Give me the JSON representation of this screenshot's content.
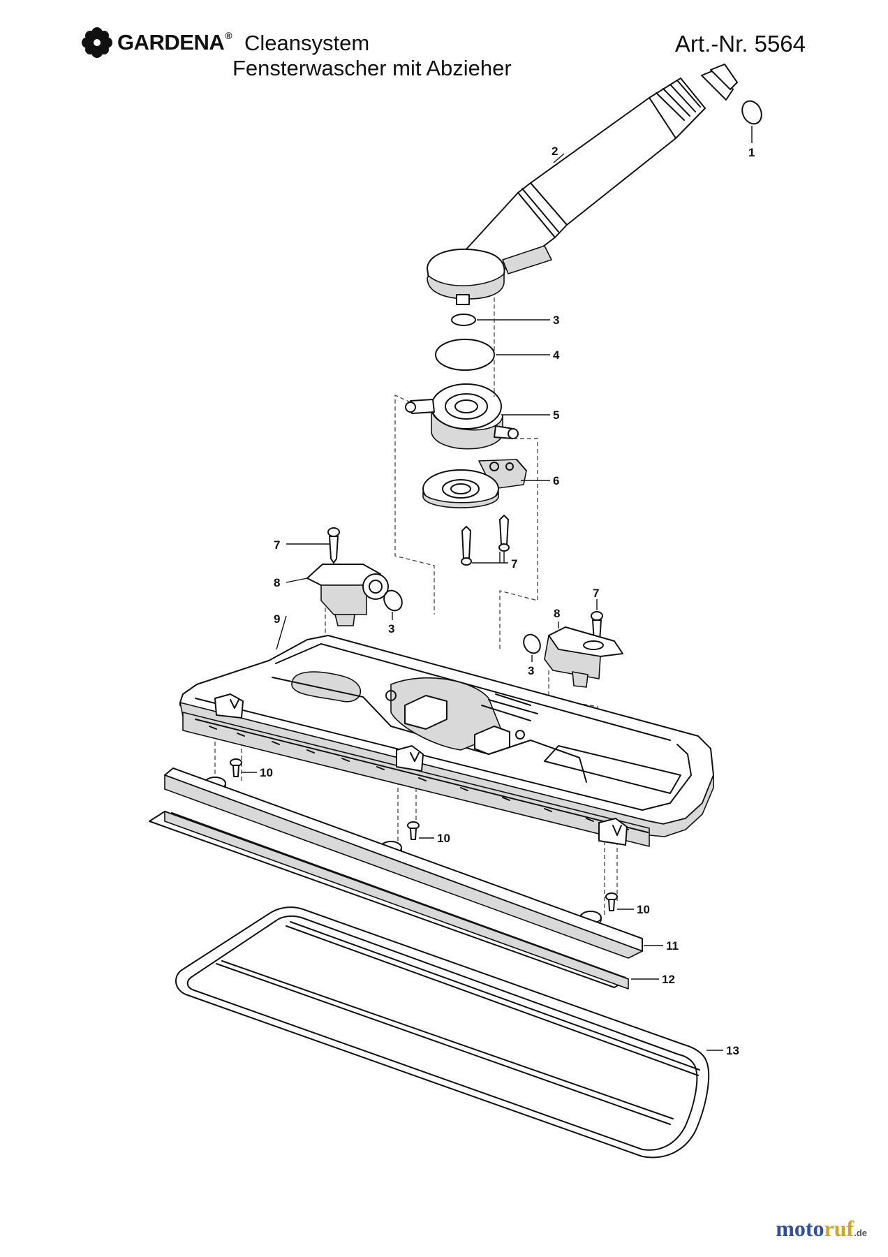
{
  "header": {
    "brand": "GARDENA",
    "brand_mark": "®",
    "product_line": "Cleansystem",
    "product_name": "Fensterwascher mit Abzieher",
    "article_number": "Art.-Nr. 5564"
  },
  "parts": {
    "p1": "1",
    "p2": "2",
    "p3a": "3",
    "p4": "4",
    "p5": "5",
    "p6": "6",
    "p7a": "7",
    "p7b": "7",
    "p7c": "7",
    "p8a": "8",
    "p8b": "8",
    "p3b": "3",
    "p3c": "3",
    "p9": "9",
    "p10a": "10",
    "p10b": "10",
    "p10c": "10",
    "p11": "11",
    "p12": "12",
    "p13": "13"
  },
  "watermark": {
    "part1": "moto",
    "part2": "ruf",
    "suffix": ".de"
  },
  "colors": {
    "line": "#111111",
    "shade": "#d9d9d9",
    "watermark_blue": "#2f4f9e",
    "watermark_gold": "#d7a21c"
  }
}
